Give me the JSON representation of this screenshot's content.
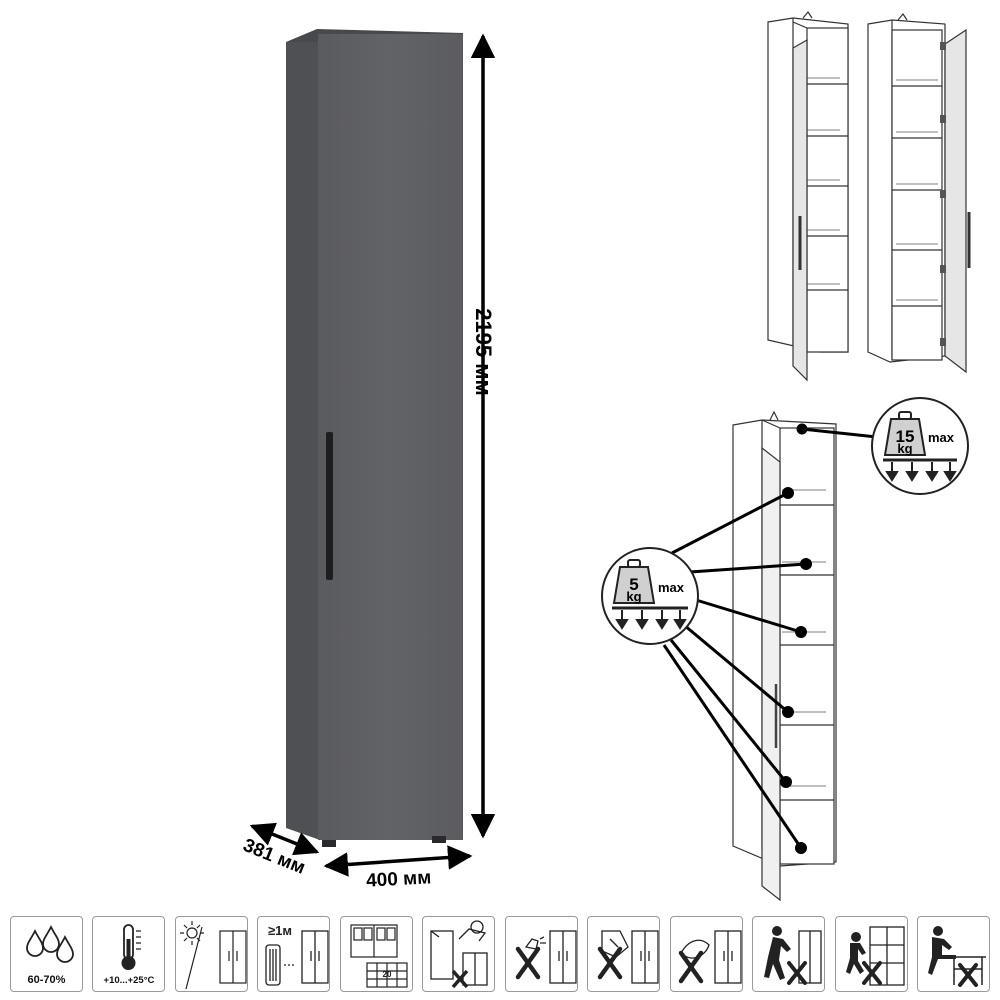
{
  "dimensions": {
    "height": "2195 мм",
    "width": "400 мм",
    "depth": "381 мм"
  },
  "shelf_load": {
    "value": "5",
    "unit": "kg",
    "suffix": "max"
  },
  "top_load": {
    "value": "15",
    "unit": "kg",
    "suffix": "max"
  },
  "care_icons": [
    {
      "id": "humidity",
      "caption": "60-70%"
    },
    {
      "id": "temperature",
      "caption": "+10...+25°C"
    },
    {
      "id": "sunlight"
    },
    {
      "id": "heater-distance",
      "label": "≥1м"
    },
    {
      "id": "window-ventilation",
      "label": "20"
    },
    {
      "id": "no-water"
    },
    {
      "id": "no-spray"
    },
    {
      "id": "no-chemicals"
    },
    {
      "id": "no-wet-cloth"
    },
    {
      "id": "no-pushing"
    },
    {
      "id": "no-climbing"
    },
    {
      "id": "no-sitting"
    }
  ],
  "colors": {
    "cabinet_front": "#5f6064",
    "cabinet_side": "#545559",
    "cabinet_top": "#4a4b4f",
    "handle": "#1e1e20",
    "line_art": "#333333"
  }
}
